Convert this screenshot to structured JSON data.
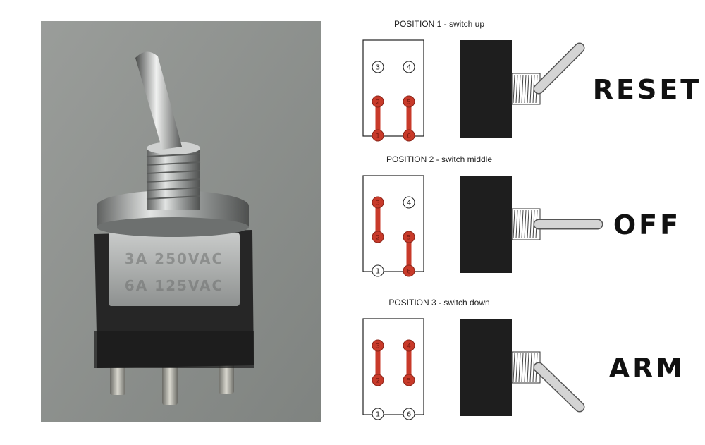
{
  "photo": {
    "rating_line_1": "3A 250VAC",
    "rating_line_2": "6A 125VAC"
  },
  "positions": [
    {
      "title": "POSITION 1 - switch up",
      "state": "RESET",
      "lever": "up",
      "pins": {
        "p1": "1",
        "p2": "2",
        "p3": "3",
        "p4": "4",
        "p5": "5",
        "p6": "6"
      },
      "connected": [
        [
          "2",
          "1"
        ],
        [
          "5",
          "6"
        ]
      ]
    },
    {
      "title": "POSITION 2 - switch middle",
      "state": "OFF",
      "lever": "middle",
      "pins": {
        "p1": "1",
        "p2": "2",
        "p3": "3",
        "p4": "4",
        "p5": "5",
        "p6": "6"
      },
      "connected": [
        [
          "3",
          "2"
        ],
        [
          "5",
          "6"
        ]
      ]
    },
    {
      "title": "POSITION 3 - switch down",
      "state": "ARM",
      "lever": "down",
      "pins": {
        "p1": "1",
        "p2": "2",
        "p3": "3",
        "p4": "4",
        "p5": "5",
        "p6": "6"
      },
      "connected": [
        [
          "3",
          "2"
        ],
        [
          "4",
          "5"
        ]
      ]
    }
  ],
  "colors": {
    "connection_red": "#c83a2a",
    "switch_body": "#1e1e1e",
    "lever_gray": "#d4d4d4",
    "photo_background": "#8d918e"
  }
}
